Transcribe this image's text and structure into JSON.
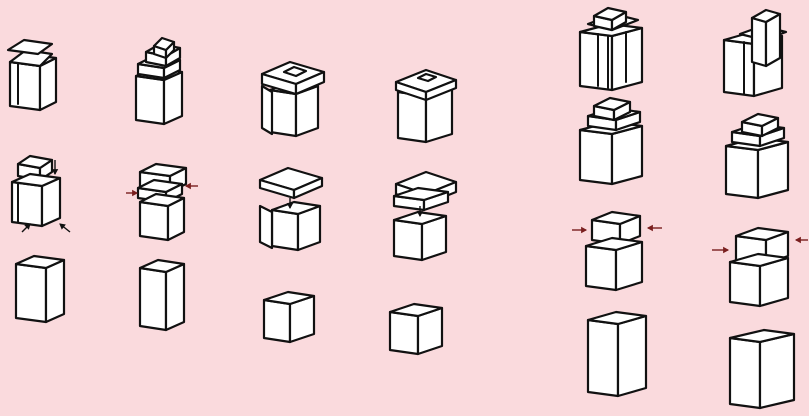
{
  "colors": {
    "background": "#fadadd",
    "ink": "#111111",
    "paper": "#ffffff",
    "arrow": "#7a1f1f"
  },
  "panels": [
    {
      "name": "left-panel",
      "columns": [
        {
          "name": "column-1",
          "stages": [
            "assembled",
            "exploded",
            "base"
          ]
        },
        {
          "name": "column-2",
          "stages": [
            "assembled",
            "exploded",
            "base"
          ]
        },
        {
          "name": "column-3",
          "stages": [
            "assembled",
            "exploded",
            "base"
          ]
        },
        {
          "name": "column-4",
          "stages": [
            "assembled",
            "exploded",
            "base"
          ]
        }
      ]
    },
    {
      "name": "right-panel",
      "columns": [
        {
          "name": "column-5",
          "stages": [
            "detailed",
            "assembled",
            "exploded",
            "base"
          ]
        },
        {
          "name": "column-6",
          "stages": [
            "detailed",
            "assembled",
            "exploded",
            "base"
          ]
        }
      ]
    }
  ]
}
